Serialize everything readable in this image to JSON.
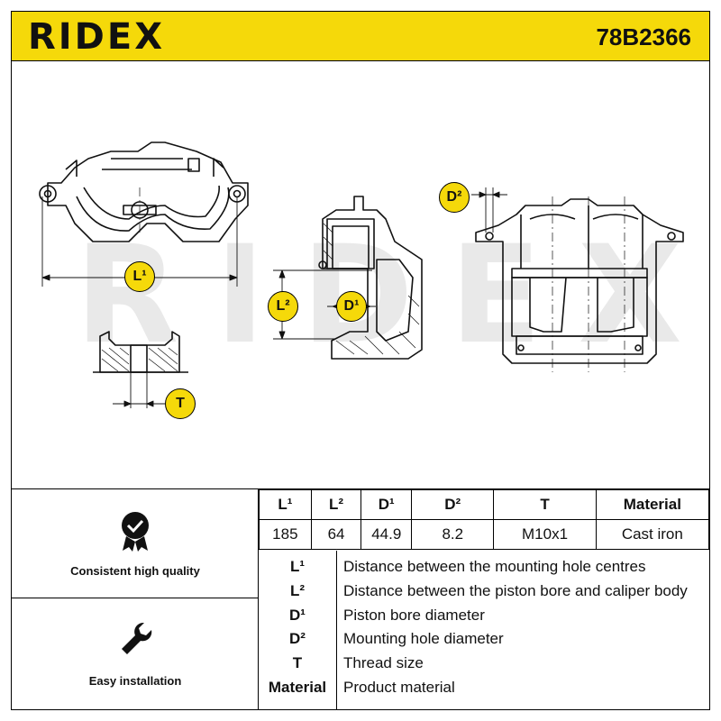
{
  "header": {
    "brand": "RIDEX",
    "part_number": "78B2366"
  },
  "watermark": "RIDEX",
  "drawing": {
    "badges": {
      "l1": "L¹",
      "l2": "L²",
      "d1": "D¹",
      "d2": "D²",
      "t": "T"
    }
  },
  "features": [
    {
      "icon": "quality-check-icon",
      "label": "Consistent high quality"
    },
    {
      "icon": "wrench-icon",
      "label": "Easy installation"
    }
  ],
  "spec_table": {
    "headers": [
      "L¹",
      "L²",
      "D¹",
      "D²",
      "T",
      "Material"
    ],
    "values": [
      "185",
      "64",
      "44.9",
      "8.2",
      "M10x1",
      "Cast iron"
    ]
  },
  "legend": [
    {
      "key": "L¹",
      "desc": "Distance between the mounting hole centres"
    },
    {
      "key": "L²",
      "desc": "Distance between the piston bore and caliper body"
    },
    {
      "key": "D¹",
      "desc": "Piston bore diameter"
    },
    {
      "key": "D²",
      "desc": "Mounting hole diameter"
    },
    {
      "key": "T",
      "desc": "Thread size"
    },
    {
      "key": "Material",
      "desc": "Product material"
    }
  ],
  "colors": {
    "accent": "#f5d90a",
    "line": "#111111",
    "watermark": "#e9e9e9"
  }
}
